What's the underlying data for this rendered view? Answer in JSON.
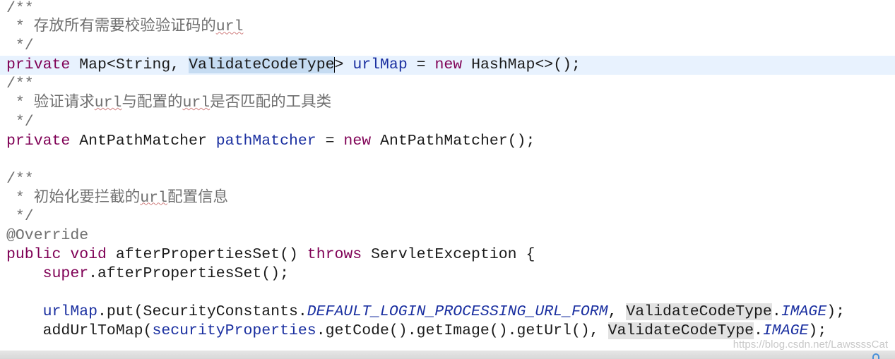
{
  "editor": {
    "lines": [
      [
        {
          "t": "/**",
          "c": "cm"
        }
      ],
      [
        {
          "t": " * 存放所有需要校验验证码的",
          "c": "cm"
        },
        {
          "t": "url",
          "c": "cm-u"
        }
      ],
      [
        {
          "t": " */",
          "c": "cm"
        }
      ],
      [
        {
          "t": "private",
          "c": "kw"
        },
        {
          "t": " Map<String, "
        },
        {
          "t": "ValidateCodeType",
          "c": "sel",
          "caret": true
        },
        {
          "t": "> "
        },
        {
          "t": "urlMap",
          "c": "fld"
        },
        {
          "t": " = "
        },
        {
          "t": "new",
          "c": "kw"
        },
        {
          "t": " HashMap<>();"
        }
      ],
      [
        {
          "t": "/**",
          "c": "cm"
        }
      ],
      [
        {
          "t": " * 验证请求",
          "c": "cm"
        },
        {
          "t": "url",
          "c": "cm-u"
        },
        {
          "t": "与配置的",
          "c": "cm"
        },
        {
          "t": "url",
          "c": "cm-u"
        },
        {
          "t": "是否匹配的工具类",
          "c": "cm"
        }
      ],
      [
        {
          "t": " */",
          "c": "cm"
        }
      ],
      [
        {
          "t": "private",
          "c": "kw"
        },
        {
          "t": " AntPathMatcher "
        },
        {
          "t": "pathMatcher",
          "c": "fld"
        },
        {
          "t": " = "
        },
        {
          "t": "new",
          "c": "kw"
        },
        {
          "t": " AntPathMatcher();"
        }
      ],
      [],
      [
        {
          "t": "/**",
          "c": "cm"
        }
      ],
      [
        {
          "t": " * 初始化要拦截的",
          "c": "cm"
        },
        {
          "t": "url",
          "c": "cm-u"
        },
        {
          "t": "配置信息",
          "c": "cm"
        }
      ],
      [
        {
          "t": " */",
          "c": "cm"
        }
      ],
      [
        {
          "t": "@Override",
          "c": "ann"
        }
      ],
      [
        {
          "t": "public",
          "c": "kw"
        },
        {
          "t": " "
        },
        {
          "t": "void",
          "c": "kw"
        },
        {
          "t": " afterPropertiesSet() "
        },
        {
          "t": "throws",
          "c": "kw"
        },
        {
          "t": " ServletException {"
        }
      ],
      [
        {
          "t": "    "
        },
        {
          "t": "super",
          "c": "kw"
        },
        {
          "t": ".afterPropertiesSet();"
        }
      ],
      [],
      [
        {
          "t": "    "
        },
        {
          "t": "urlMap",
          "c": "fld"
        },
        {
          "t": ".put(SecurityConstants."
        },
        {
          "t": "DEFAULT_LOGIN_PROCESSING_URL_FORM",
          "c": "const"
        },
        {
          "t": ", "
        },
        {
          "t": "ValidateCodeType",
          "c": "occ"
        },
        {
          "t": "."
        },
        {
          "t": "IMAGE",
          "c": "const"
        },
        {
          "t": ");"
        }
      ],
      [
        {
          "t": "    addUrlToMap("
        },
        {
          "t": "securityProperties",
          "c": "fld"
        },
        {
          "t": ".getCode().getImage().getUrl(), "
        },
        {
          "t": "ValidateCodeType",
          "c": "occ"
        },
        {
          "t": "."
        },
        {
          "t": "IMAGE",
          "c": "const"
        },
        {
          "t": ");"
        }
      ]
    ],
    "current_line": 3
  },
  "watermark": "https://blog.csdn.net/LawssssCat",
  "colors": {
    "keyword": "#7f0055",
    "comment": "#6f6f6f",
    "field": "#1a2fa0",
    "current_line": "#e8f2fe",
    "selection": "#c6dcf2"
  }
}
